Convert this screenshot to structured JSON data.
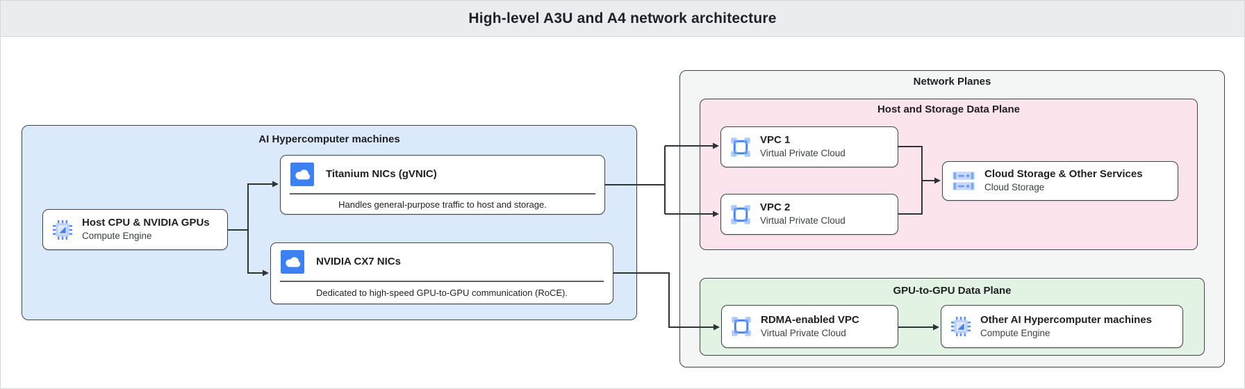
{
  "header": {
    "title": "High-level A3U and A4 network architecture"
  },
  "machines": {
    "label": "AI Hypercomputer machines",
    "host": {
      "title": "Host CPU & NVIDIA GPUs",
      "subtitle": "Compute Engine"
    },
    "titanium": {
      "title": "Titanium NICs (gVNIC)",
      "description": "Handles general-purpose traffic to host and storage."
    },
    "cx7": {
      "title": "NVIDIA CX7 NICs",
      "description": "Dedicated to high-speed GPU-to-GPU communication (RoCE)."
    }
  },
  "network_planes": {
    "label": "Network Planes",
    "host_storage_plane": {
      "label": "Host and Storage Data Plane",
      "vpc1": {
        "title": "VPC 1",
        "subtitle": "Virtual Private Cloud"
      },
      "vpc2": {
        "title": "VPC 2",
        "subtitle": "Virtual Private Cloud"
      },
      "storage": {
        "title": "Cloud Storage & Other Services",
        "subtitle": "Cloud Storage"
      }
    },
    "gpu_plane": {
      "label": "GPU-to-GPU Data Plane",
      "rdma": {
        "title": "RDMA-enabled VPC",
        "subtitle": "Virtual Private Cloud"
      },
      "other_machines": {
        "title": "Other AI Hypercomputer machines",
        "subtitle": "Compute Engine"
      }
    }
  },
  "icons": {
    "host": "compute-engine-icon",
    "titanium": "cloud-nic-icon",
    "cx7": "cloud-nic-icon",
    "vpc1": "vpc-icon",
    "vpc2": "vpc-icon",
    "storage": "cloud-storage-icon",
    "rdma": "vpc-icon",
    "other_machines": "compute-engine-icon"
  },
  "colors": {
    "accent_blue": "#4285f4",
    "machines_fill": "#dbeafb",
    "planes_fill": "#f4f5f5",
    "host_storage_plane_fill": "#fce4ec",
    "gpu_plane_fill": "#e2f2e3",
    "header_fill": "#e9edf0",
    "wire": "#2e3338"
  }
}
